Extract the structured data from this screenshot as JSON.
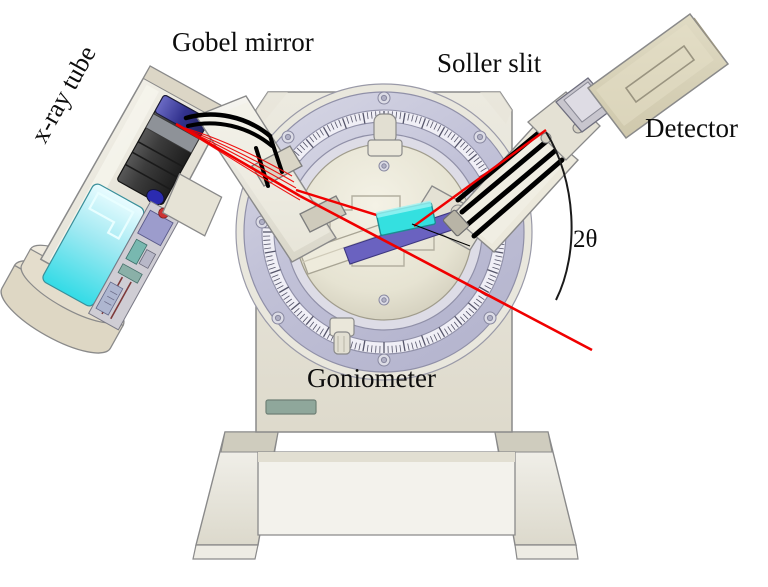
{
  "figure": {
    "kind": "technical-diagram",
    "subject": "X-ray diffractometer optical path schematic",
    "background_color": "#ffffff"
  },
  "labels": {
    "xray_tube": "x-ray tube",
    "gobel_mirror": "Gobel mirror",
    "soller_slit": "Soller slit",
    "detector": "Detector",
    "goniometer": "Goniometer",
    "two_theta": "2θ"
  },
  "colors": {
    "beam_red": "#f00000",
    "optic_black": "#000000",
    "body_cream": "#e8e6dc",
    "body_tan": "#d8d2b8",
    "ring_lavender": "#c6c6da",
    "ring_light": "#e4e4ee",
    "sample_cyan": "#34e0e0",
    "sample_blue": "#6a62c0",
    "tube_dark": "#3a3a3a",
    "tube_cap_blue": "#3a3a9c",
    "window_cyan": "#5ae8e8",
    "outline_grey": "#8a8a8a",
    "indicator_green": "#8aa89a",
    "label_text": "#0d0d0d"
  },
  "components": [
    {
      "name": "x-ray-tube",
      "label": "x-ray tube",
      "role": "source"
    },
    {
      "name": "gobel-mirror",
      "label": "Gobel mirror",
      "role": "beam-conditioning-optic"
    },
    {
      "name": "goniometer",
      "label": "Goniometer",
      "role": "sample-stage-and-angle-drive"
    },
    {
      "name": "soller-slit",
      "label": "Soller slit",
      "role": "divergence-limiting-optic"
    },
    {
      "name": "detector",
      "label": "Detector",
      "role": "detector"
    }
  ],
  "annotations": {
    "angle_symbol": "2θ",
    "angle_description": "Scattering angle between transmitted beam and detector arm"
  }
}
